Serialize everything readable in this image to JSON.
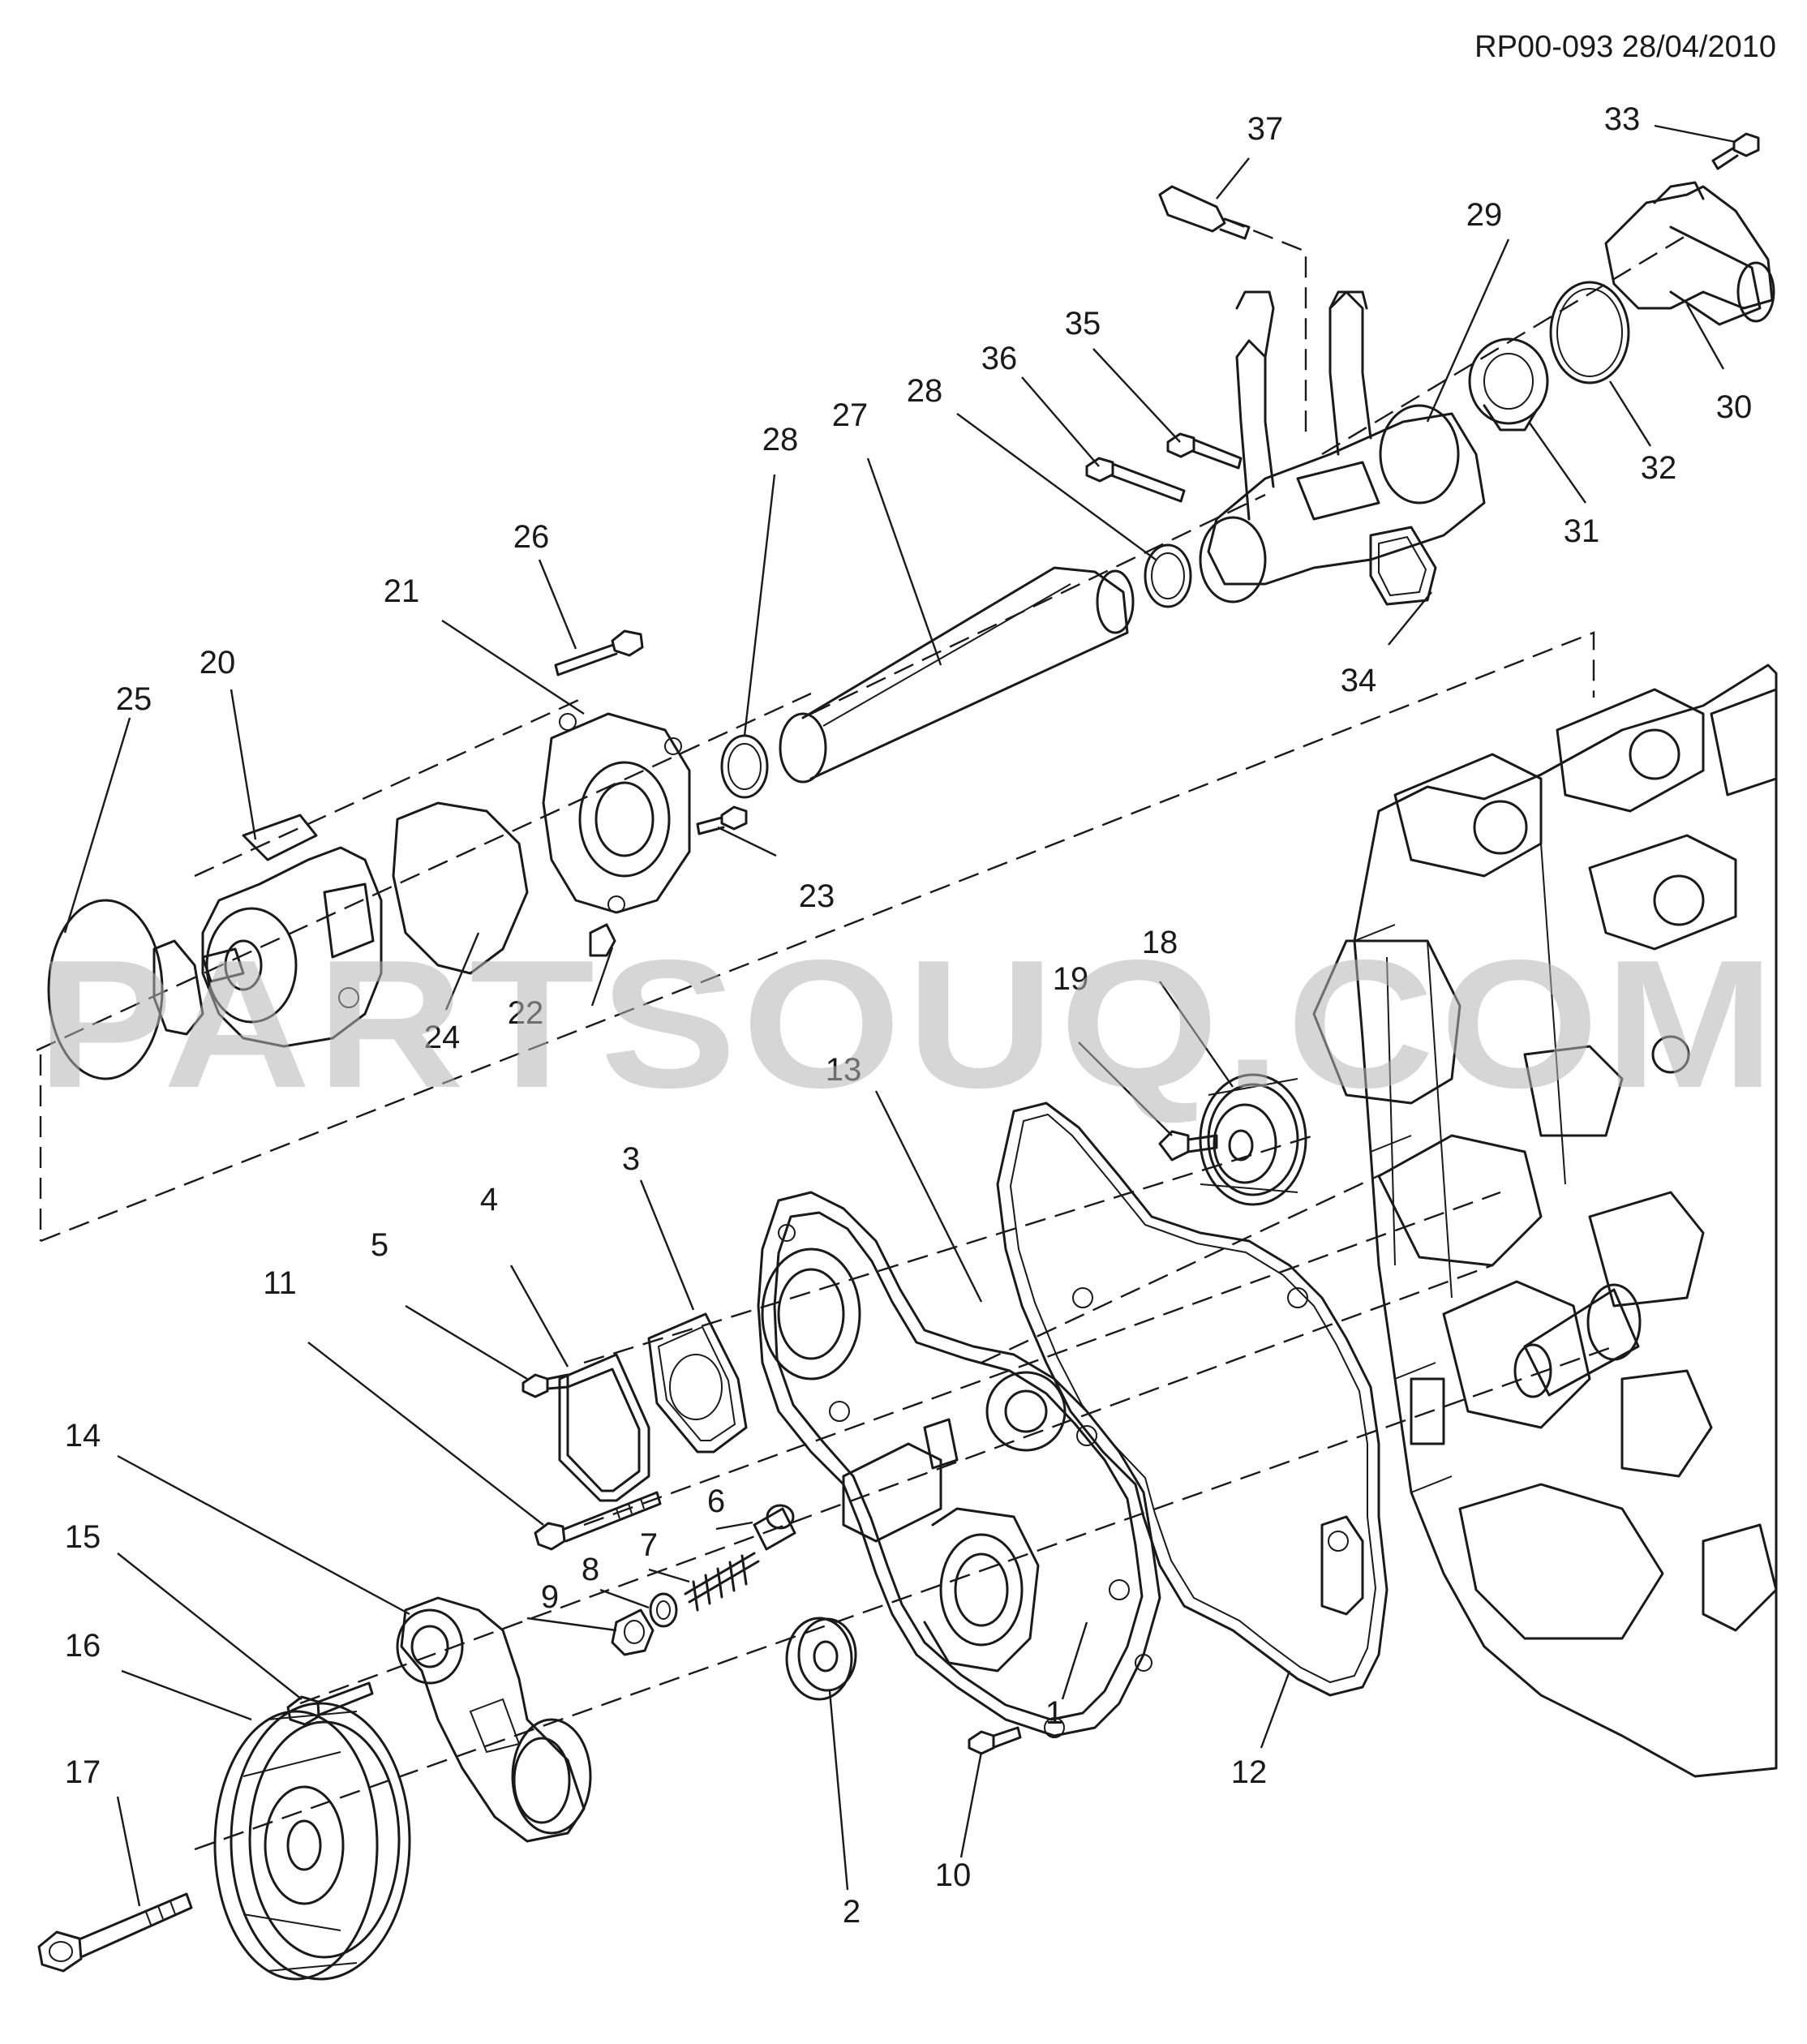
{
  "document": {
    "reference": "RP00-093 28/04/2010",
    "watermark": "PARTSOUQ.COM"
  },
  "callouts": [
    {
      "id": "1",
      "label": "1"
    },
    {
      "id": "2",
      "label": "2"
    },
    {
      "id": "3",
      "label": "3"
    },
    {
      "id": "4",
      "label": "4"
    },
    {
      "id": "5",
      "label": "5"
    },
    {
      "id": "6",
      "label": "6"
    },
    {
      "id": "7",
      "label": "7"
    },
    {
      "id": "8",
      "label": "8"
    },
    {
      "id": "9",
      "label": "9"
    },
    {
      "id": "10",
      "label": "10"
    },
    {
      "id": "11",
      "label": "11"
    },
    {
      "id": "12",
      "label": "12"
    },
    {
      "id": "13",
      "label": "13"
    },
    {
      "id": "14",
      "label": "14"
    },
    {
      "id": "15",
      "label": "15"
    },
    {
      "id": "16",
      "label": "16"
    },
    {
      "id": "17",
      "label": "17"
    },
    {
      "id": "18",
      "label": "18"
    },
    {
      "id": "19",
      "label": "19"
    },
    {
      "id": "20",
      "label": "20"
    },
    {
      "id": "21",
      "label": "21"
    },
    {
      "id": "22",
      "label": "22"
    },
    {
      "id": "23",
      "label": "23"
    },
    {
      "id": "24",
      "label": "24"
    },
    {
      "id": "25",
      "label": "25"
    },
    {
      "id": "26",
      "label": "26"
    },
    {
      "id": "27",
      "label": "27"
    },
    {
      "id": "28a",
      "label": "28"
    },
    {
      "id": "28b",
      "label": "28"
    },
    {
      "id": "29",
      "label": "29"
    },
    {
      "id": "30",
      "label": "30"
    },
    {
      "id": "31",
      "label": "31"
    },
    {
      "id": "32",
      "label": "32"
    },
    {
      "id": "33",
      "label": "33"
    },
    {
      "id": "34",
      "label": "34"
    },
    {
      "id": "35",
      "label": "35"
    },
    {
      "id": "36",
      "label": "36"
    },
    {
      "id": "37",
      "label": "37"
    }
  ]
}
